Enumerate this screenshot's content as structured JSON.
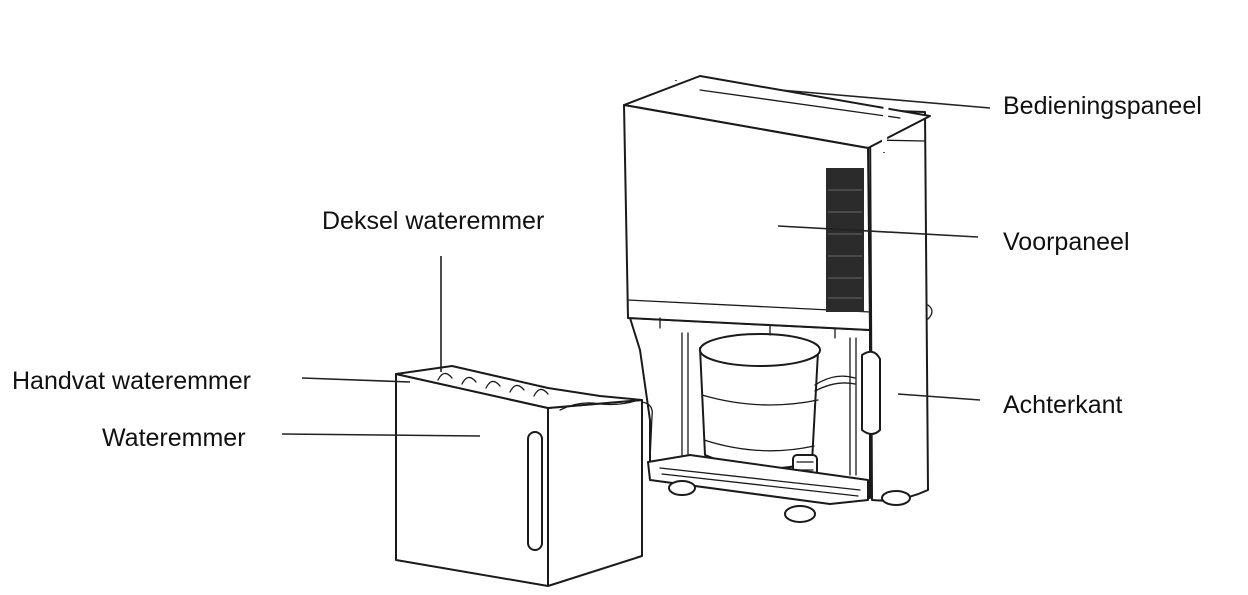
{
  "diagram": {
    "callouts": {
      "bedieningspaneel": "Bedieningspaneel",
      "voorpaneel": "Voorpaneel",
      "achterkant": "Achterkant",
      "deksel_wateremmer": "Deksel wateremmer",
      "handvat_wateremmer": "Handvat wateremmer",
      "wateremmer": "Wateremmer"
    }
  }
}
